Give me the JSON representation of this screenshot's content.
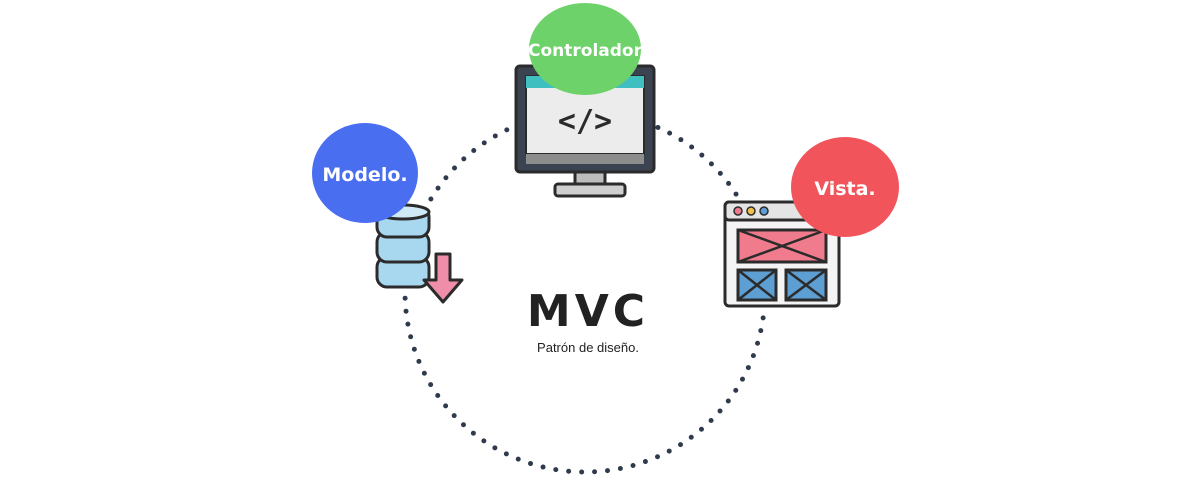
{
  "diagram": {
    "title": "MVC",
    "subtitle": "Patrón de diseño.",
    "nodes": {
      "model": {
        "label": "Modelo.",
        "color": "#4a6ef0",
        "icon": "database-icon"
      },
      "controller": {
        "label": "Controlador",
        "color": "#6dd26a",
        "icon": "monitor-code-icon"
      },
      "view": {
        "label": "Vista.",
        "color": "#f2545b",
        "icon": "browser-window-icon"
      }
    },
    "colors": {
      "dots": "#2f3b4d",
      "outline": "#2b2b2b",
      "database_blue": "#a8d7f0",
      "arrow_pink": "#f08da8",
      "window_blue": "#5d9ed3",
      "window_red": "#f07b8c"
    }
  }
}
